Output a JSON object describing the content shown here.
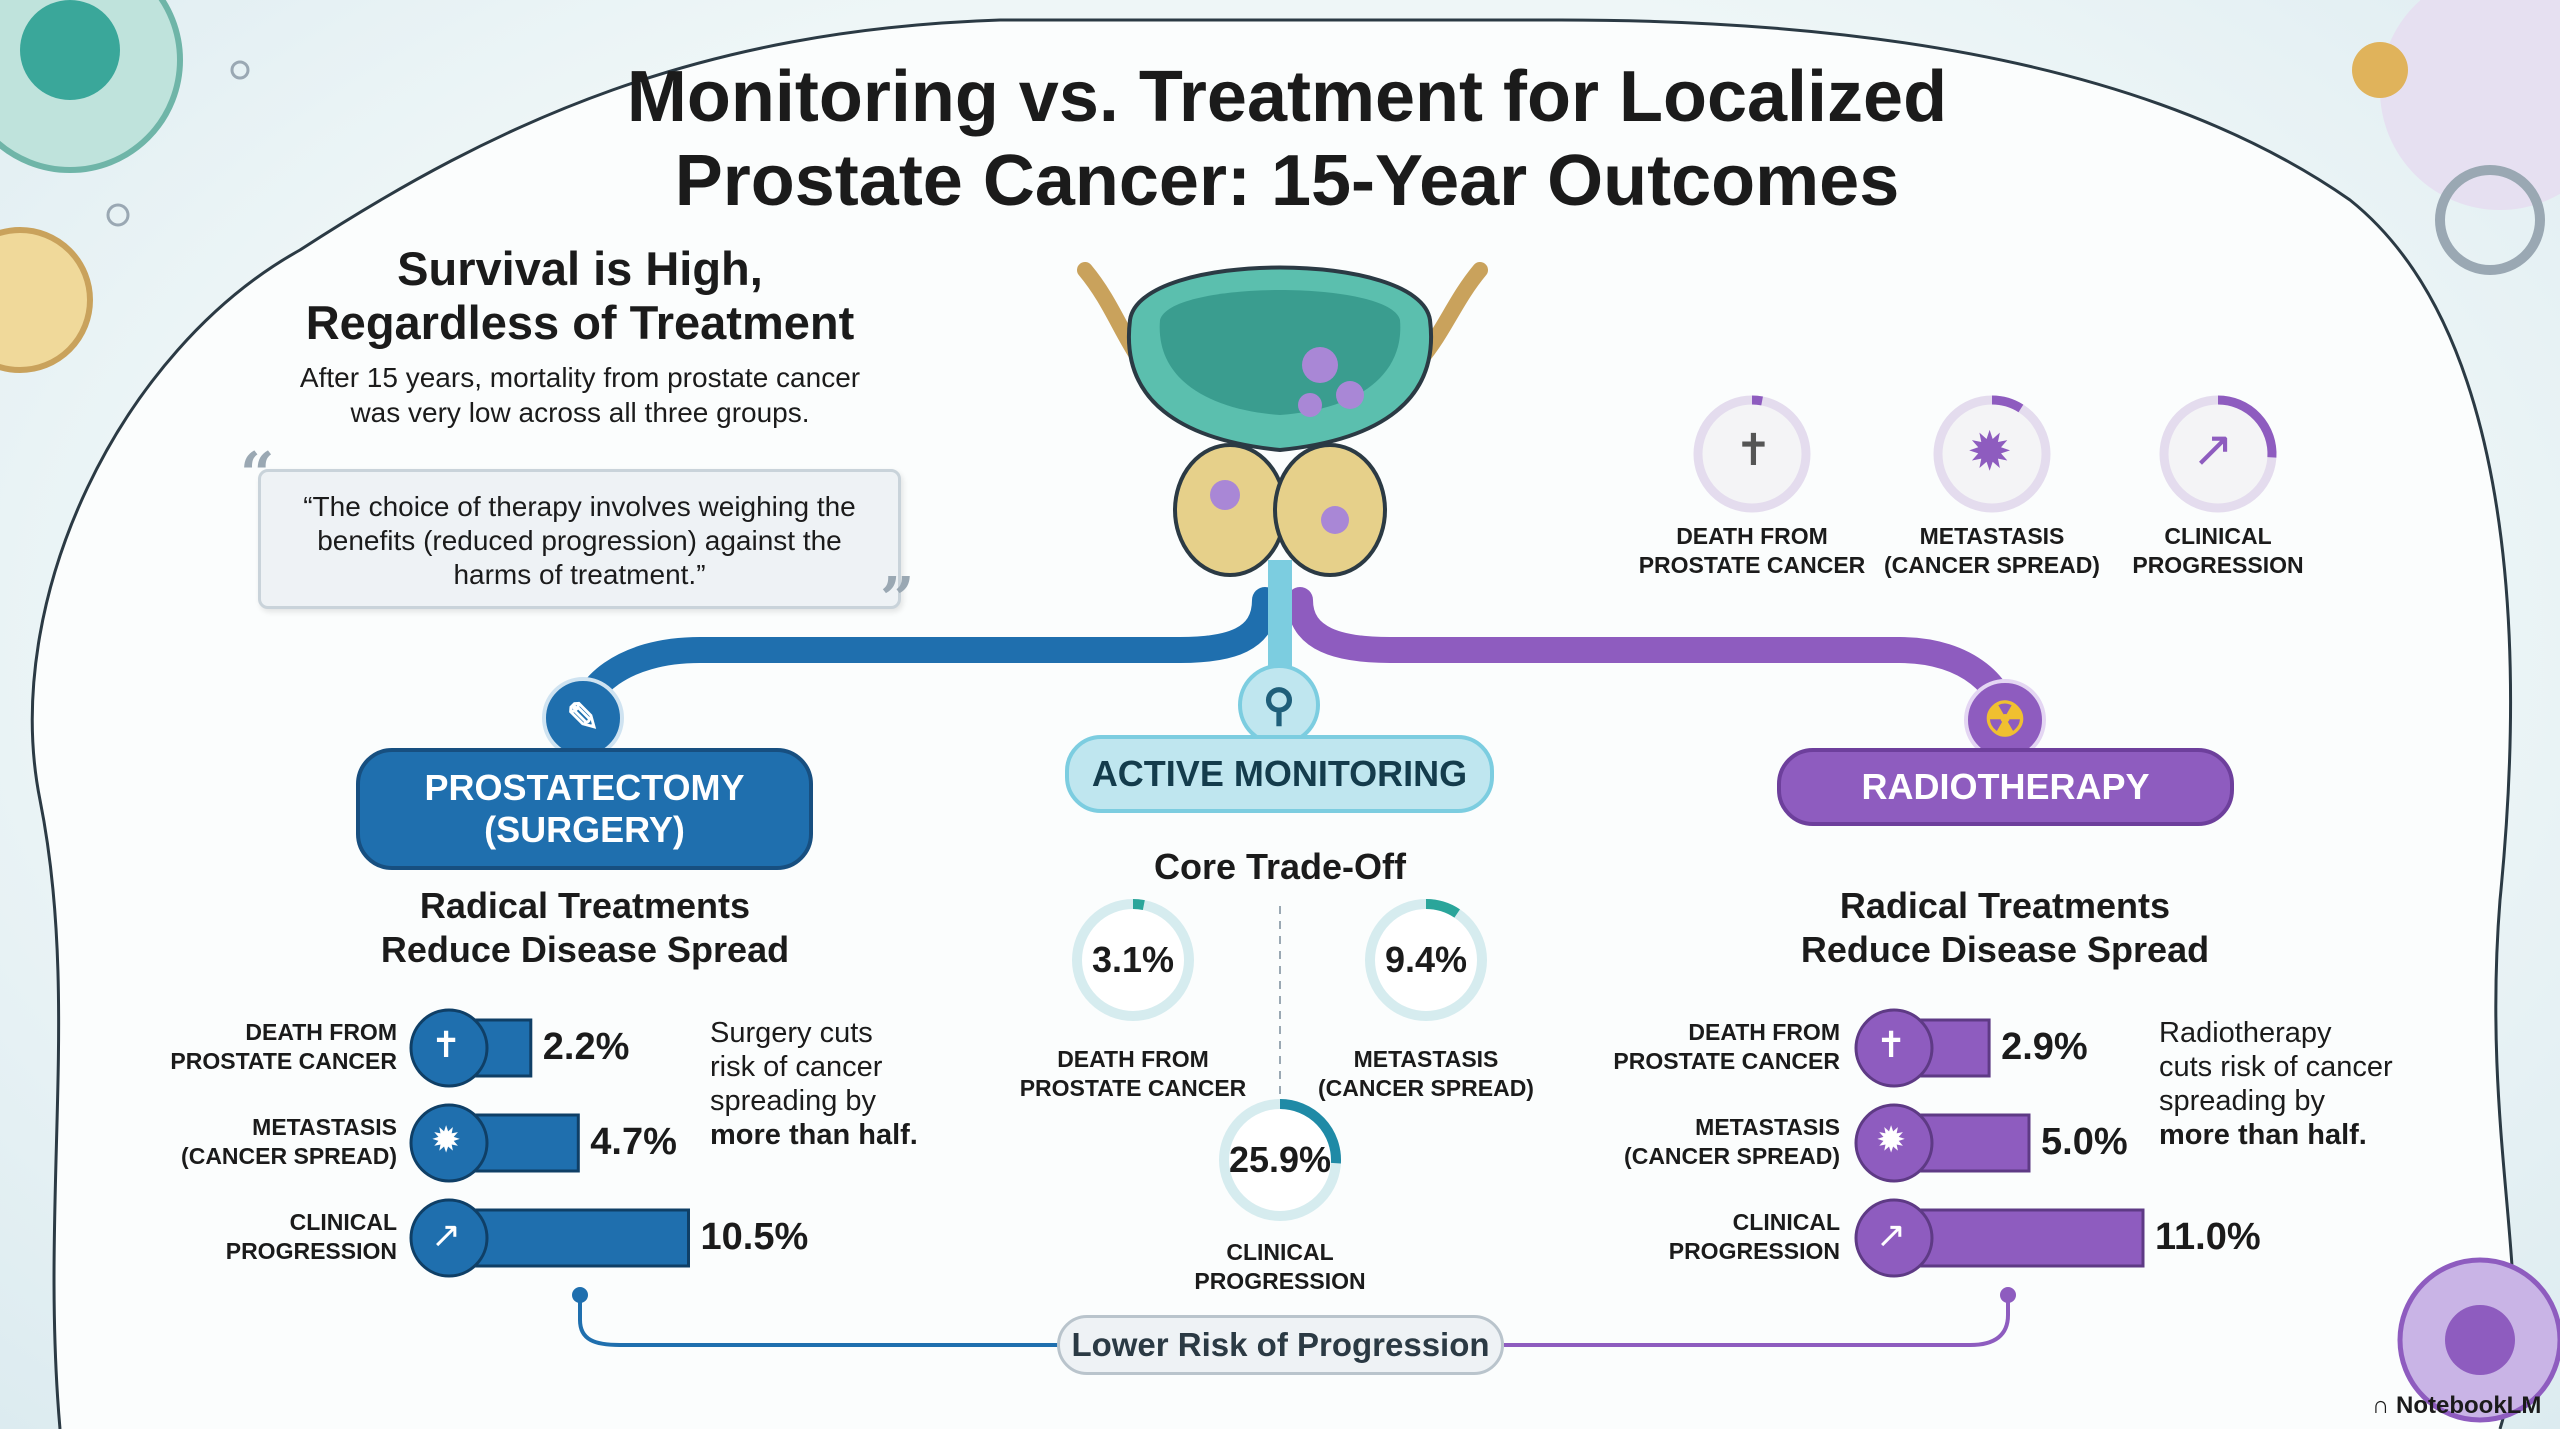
{
  "title": {
    "line1": "Monitoring vs. Treatment for Localized",
    "line2": "Prostate Cancer: 15-Year Outcomes"
  },
  "survival": {
    "heading1": "Survival is High,",
    "heading2": "Regardless of Treatment",
    "text1": "After 15 years, mortality from prostate cancer",
    "text2": "was very low across all three groups."
  },
  "quote": {
    "line1": "“The choice of therapy involves weighing the",
    "line2": "benefits (reduced progression) against the",
    "line3": "harms of treatment.”"
  },
  "legend": [
    {
      "icon": "tombstone-icon",
      "line1": "DEATH FROM",
      "line2": "PROSTATE CANCER"
    },
    {
      "icon": "cancer-cell-icon",
      "line1": "METASTASIS",
      "line2": "(CANCER SPREAD)"
    },
    {
      "icon": "trend-up-icon",
      "line1": "CLINICAL",
      "line2": "PROGRESSION"
    }
  ],
  "colors": {
    "surgery": "#1f6fae",
    "monitoring": "#2a9bb0",
    "radiotherapy": "#8e5cbf"
  },
  "surgery": {
    "label1": "PROSTATECTOMY",
    "label2": "(SURGERY)",
    "heading1": "Radical Treatments",
    "heading2": "Reduce Disease Spread",
    "rows": [
      {
        "l1": "DEATH FROM",
        "l2": "PROSTATE CANCER",
        "value": 2.2,
        "text": "2.2%"
      },
      {
        "l1": "METASTASIS",
        "l2": "(CANCER SPREAD)",
        "value": 4.7,
        "text": "4.7%"
      },
      {
        "l1": "CLINICAL",
        "l2": "PROGRESSION",
        "value": 10.5,
        "text": "10.5%"
      }
    ],
    "note1": "Surgery cuts",
    "note2": "risk of cancer",
    "note3": "spreading by",
    "note4": "more than half."
  },
  "monitoring": {
    "label": "ACTIVE MONITORING",
    "heading": "Core Trade-Off",
    "rings": [
      {
        "l1": "DEATH FROM",
        "l2": "PROSTATE CANCER",
        "value": 3.1,
        "text": "3.1%"
      },
      {
        "l1": "METASTASIS",
        "l2": "(CANCER SPREAD)",
        "value": 9.4,
        "text": "9.4%"
      },
      {
        "l1": "CLINICAL",
        "l2": "PROGRESSION",
        "value": 25.9,
        "text": "25.9%"
      }
    ]
  },
  "radiotherapy": {
    "label": "RADIOTHERAPY",
    "heading1": "Radical Treatments",
    "heading2": "Reduce Disease Spread",
    "rows": [
      {
        "l1": "DEATH FROM",
        "l2": "PROSTATE CANCER",
        "value": 2.9,
        "text": "2.9%"
      },
      {
        "l1": "METASTASIS",
        "l2": "(CANCER SPREAD)",
        "value": 5.0,
        "text": "5.0%"
      },
      {
        "l1": "CLINICAL",
        "l2": "PROGRESSION",
        "value": 11.0,
        "text": "11.0%"
      }
    ],
    "note1": "Radiotherapy",
    "note2": "cuts risk of cancer",
    "note3": "spreading by",
    "note4": "more than half."
  },
  "footer": {
    "label": "Lower Risk of Progression",
    "brand": "NotebookLM"
  }
}
